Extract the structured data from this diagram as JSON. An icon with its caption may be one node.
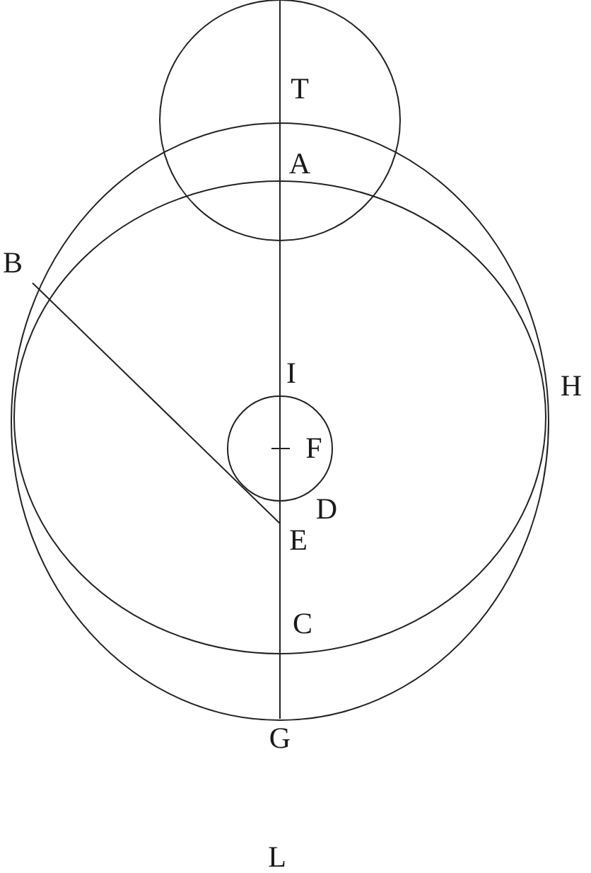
{
  "diagram": {
    "labels": [
      "T",
      "A",
      "B",
      "I",
      "H",
      "F",
      "D",
      "E",
      "C",
      "G",
      "L"
    ]
  }
}
